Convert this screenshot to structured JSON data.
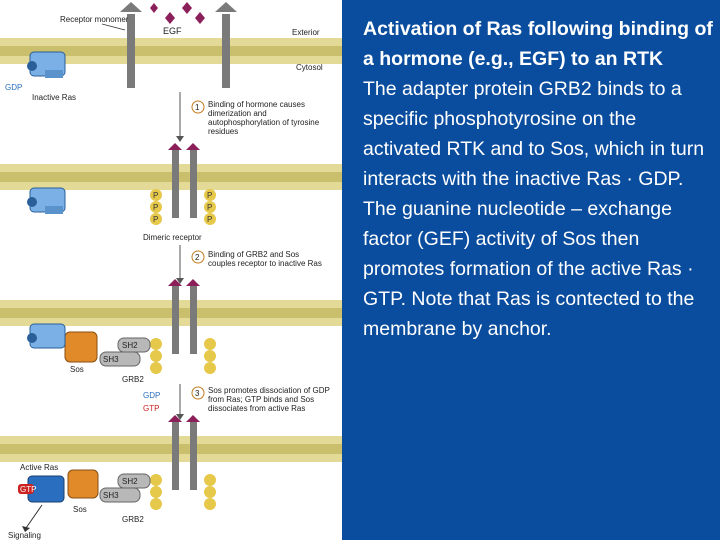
{
  "caption": {
    "title": "Activation of Ras following binding of a hormone (e.g., EGF) to an RTK",
    "body": "The adapter protein GRB2 binds to a specific phosphotyrosine on the activated RTK and to Sos, which in turn interacts with the inactive Ras · GDP. The guanine nucleotide – exchange factor (GEF) activity of Sos then promotes formation of the active Ras · GTP. Note that Ras is contected to the membrane by anchor."
  },
  "diagram": {
    "receptor_monomer": "Receptor monomer",
    "egf": "EGF",
    "exterior": "Exterior",
    "cytosol": "Cytosol",
    "gdp": "GDP",
    "inactive_ras": "Inactive Ras",
    "step1_num": "1",
    "step1": "Binding of hormone causes dimerization and autophosphorylation of tyrosine residues",
    "p": "P",
    "dimeric_receptor": "Dimeric receptor",
    "step2_num": "2",
    "step2": "Binding of GRB2 and Sos couples receptor to inactive Ras",
    "sh2": "SH2",
    "sh3": "SH3",
    "sos": "Sos",
    "grb2": "GRB2",
    "step3_num": "3",
    "step3": "Sos promotes dissociation of GDP from Ras; GTP binds and Sos dissociates from active Ras",
    "gdp2": "GDP",
    "gtp": "GTP",
    "active_ras": "Active Ras",
    "signaling": "Signaling"
  },
  "colors": {
    "background": "#0a4d9e",
    "membrane": "#d9d08a",
    "ras": "#4a8fd6",
    "sos": "#e08a2a",
    "phosphate": "#e6c84a"
  }
}
